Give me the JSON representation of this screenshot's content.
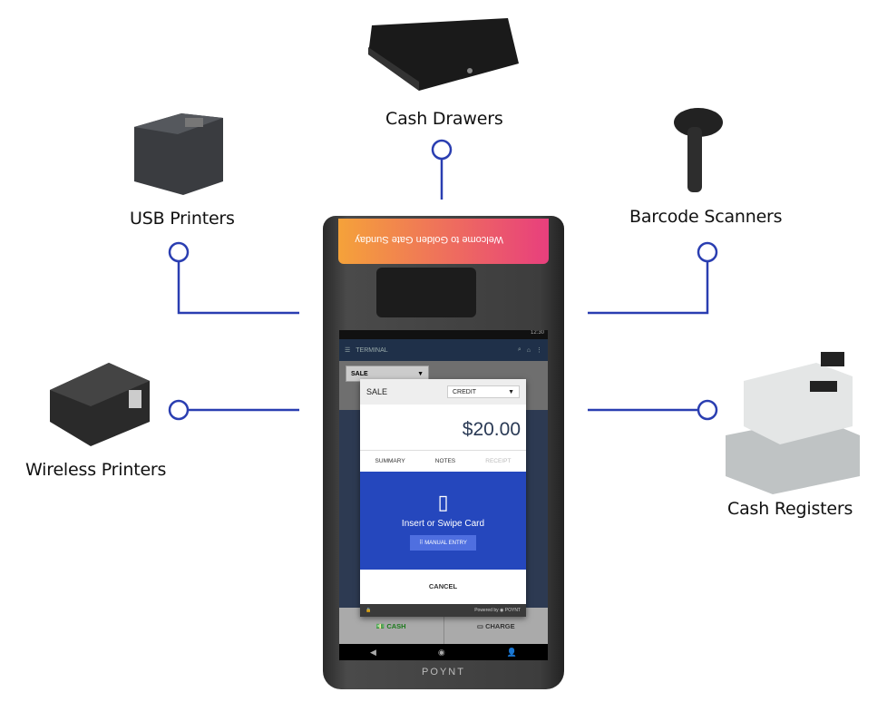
{
  "accent_color": "#2a3eb1",
  "peripherals": {
    "cash_drawers": "Cash Drawers",
    "usb_printers": "USB Printers",
    "barcode_scanners": "Barcode Scanners",
    "wireless_printers": "Wireless Printers",
    "cash_registers": "Cash Registers"
  },
  "device": {
    "brand": "POYNT",
    "customer_screen": "Welcome to Golden Gate Sunday",
    "status_time": "12:30",
    "app_title": "TERMINAL",
    "background_select": "SALE",
    "modal": {
      "title": "SALE",
      "payment_type": "CREDIT",
      "amount": "$20.00",
      "tabs": [
        "SUMMARY",
        "NOTES",
        "RECEIPT"
      ],
      "prompt": "Insert or Swipe Card",
      "manual_entry": "MANUAL ENTRY",
      "cancel": "CANCEL",
      "powered_by": "Powered by",
      "powered_brand": "POYNT"
    },
    "cash": "CASH",
    "charge": "CHARGE"
  }
}
